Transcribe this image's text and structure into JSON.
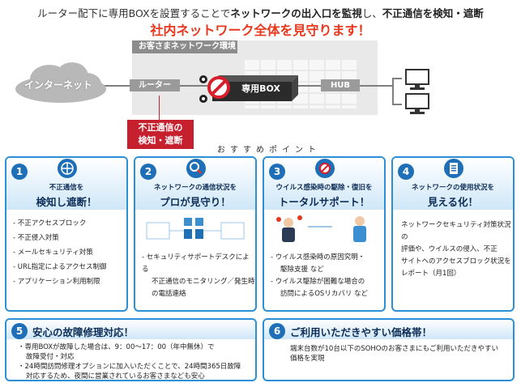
{
  "header": {
    "headline_a": "ルーター配下に専用BOXを設置することで",
    "headline_b": "ネットワークの出入口を監視",
    "headline_c": "し、",
    "headline_d": "不正通信を検知・遮断",
    "subheadline": "社内ネットワーク全体を見守ります！"
  },
  "diagram": {
    "env_title": "お客さまネットワーク環境",
    "internet": "インターネット",
    "router": "ルーター",
    "box": "専用BOX",
    "hub": "HUB",
    "callout_line1": "不正通信の",
    "callout_line2": "検知・遮断",
    "icons": [
      "cloud-icon",
      "gear-icon",
      "no-entry-icon",
      "pc-icon"
    ]
  },
  "points_label": "おすすめポイント",
  "cards": [
    {
      "num": "1",
      "sub": "不正通信を",
      "main": "検知し遮断！",
      "icon": "globe-icon",
      "items": [
        "-  不正アクセスブロック",
        "-  不正侵入対策",
        "-  メールセキュリティ対策",
        "-  URL指定によるアクセス制御",
        "-  アプリケーション利用制限"
      ]
    },
    {
      "num": "2",
      "sub": "ネットワークの通信状況を",
      "main": "プロが見守り！",
      "icon": "magnifier-icon",
      "text1": "-   セキュリティサポートデスクによる",
      "text2": "不正通信のモニタリング／発生時",
      "text3": "の電話連絡"
    },
    {
      "num": "3",
      "sub": "ウイルス感染時の駆除・復旧を",
      "main": "トータルサポート！",
      "icon": "no-virus-icon",
      "text1": "-   ウイルス感染時の原因究明・",
      "text2": "駆除支援  など",
      "text3": "-   ウイルス駆除が困難な場合の",
      "text4": "訪問によるOSリカバリ  など"
    },
    {
      "num": "4",
      "sub": "ネットワークの使用状況を",
      "main": "見える化！",
      "icon": "report-icon",
      "text1": "ネットワークセキュリティ対策状況の",
      "text2": "評価や、ウイルスの侵入、不正",
      "text3": "サイトへのアクセスブロック状況を",
      "text4": "レポート（月1回）"
    }
  ],
  "wide_cards": [
    {
      "num": "5",
      "title": "安心の故障修理対応！",
      "line1": "・専用BOXが故障した場合は、9：00～17：00（年中無休）で",
      "line2": "故障受付・対応",
      "line3": "・24時間訪問修理オプションに加入いただくことで、24時間365日故障",
      "line4": "対応するため、夜間に営業されているお客さまなども安心"
    },
    {
      "num": "6",
      "title": "ご利用いただきやすい価格帯！",
      "line1": "端末台数が10台以下のSOHOのお客さまにもご利用いただきやすい",
      "line2": "価格を実現"
    }
  ],
  "colors": {
    "accent": "#e8371d",
    "border": "#2d8fd5",
    "badge": "#1e6fb7",
    "callout": "#c6202f",
    "navy": "#0d2d57"
  }
}
